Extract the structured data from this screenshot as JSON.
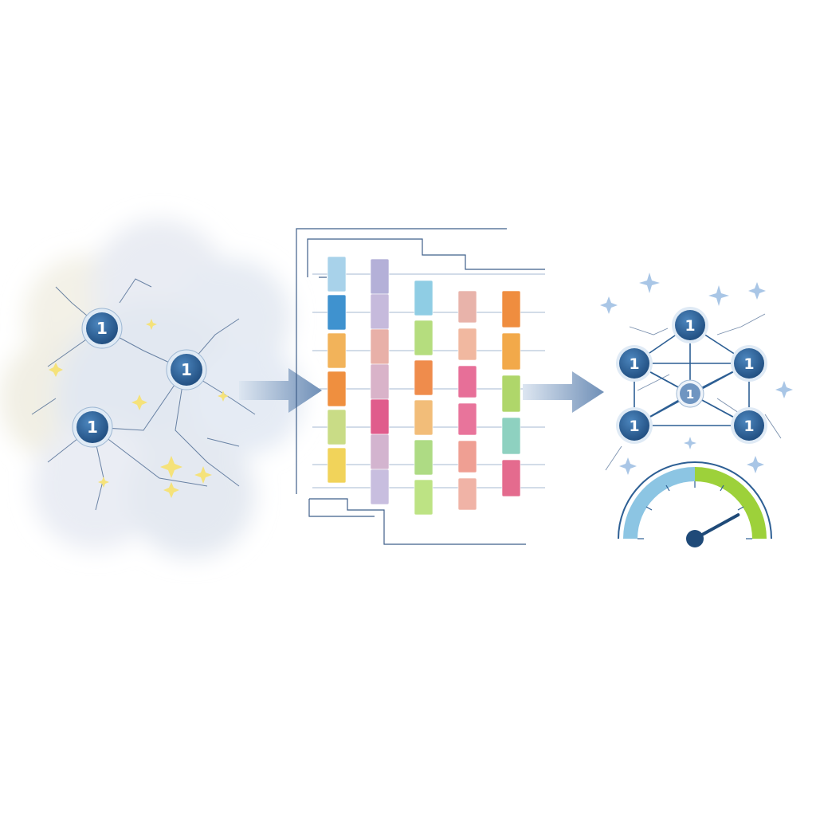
{
  "stages": [
    {
      "name": "noisy-cloud"
    },
    {
      "name": "layered-matrix"
    },
    {
      "name": "structured-network"
    }
  ],
  "colors": {
    "node_fill": "#2d5f94",
    "node_ring": "#dfeaf5",
    "arrow": "#7291b8",
    "gauge_left": "#8cc5e3",
    "gauge_right": "#9dd13a",
    "gauge_needle": "#1f4a78"
  },
  "cloud": {
    "nodes": [
      {
        "label": "1"
      },
      {
        "label": "1"
      },
      {
        "label": "1"
      }
    ]
  },
  "matrix": {
    "columns": [
      {
        "blocks": [
          "#a8d2ea",
          "#3f92cf",
          "#f2b35a",
          "#ef8f3f",
          "#c9dc86",
          "#f1d35a"
        ]
      },
      {
        "blocks": [
          "#b4b0d8",
          "#c6badc",
          "#e8b0a8",
          "#d9b3c9",
          "#e05c8c",
          "#d3b4cf",
          "#c8bedf"
        ]
      },
      {
        "blocks": [
          "#8fcde4",
          "#b5dd7e",
          "#ef8c4c",
          "#f2bd79",
          "#aedb84",
          "#bde384"
        ]
      },
      {
        "blocks": [
          "#e8b3aa",
          "#f1b8a0",
          "#e76f98",
          "#e8749b",
          "#ef9f93",
          "#f0b3a6"
        ]
      },
      {
        "blocks": [
          "#ef8d3f",
          "#f2a94a",
          "#afd66a",
          "#8ed1c0",
          "#e46b8e"
        ]
      }
    ]
  },
  "network": {
    "nodes": [
      {
        "label": "1"
      },
      {
        "label": "1"
      },
      {
        "label": "1"
      },
      {
        "label": "1"
      },
      {
        "label": "1"
      },
      {
        "label": "1"
      }
    ]
  },
  "gauge": {
    "needle_fraction": 0.84
  }
}
